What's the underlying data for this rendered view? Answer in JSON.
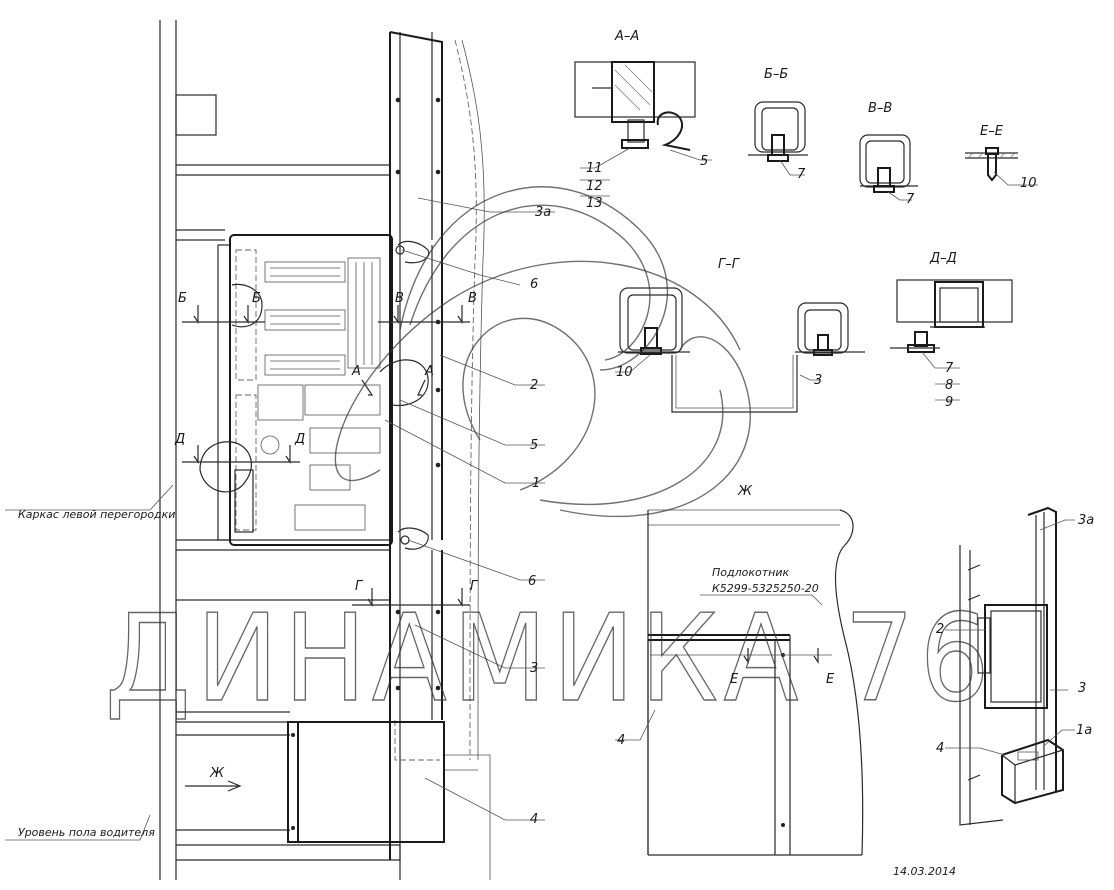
{
  "sections": {
    "aa": "А–А",
    "bb": "Б–Б",
    "vv": "В–В",
    "ee": "Е–Е",
    "gg": "Г–Г",
    "dd": "Д–Д"
  },
  "cut_marks": {
    "a": "А",
    "b": "Б",
    "v": "В",
    "d": "Д",
    "g": "Г",
    "e": "Е",
    "zh": "Ж"
  },
  "callouts": {
    "c1": "1",
    "c1a": "1а",
    "c2": "2",
    "c3": "3",
    "c3a": "3а",
    "c4": "4",
    "c5": "5",
    "c6": "6",
    "c7": "7",
    "c8": "8",
    "c9": "9",
    "c10": "10",
    "c11": "11",
    "c12": "12",
    "c13": "13"
  },
  "notes": {
    "left_partition": "Каркас левой перегородки",
    "driver_floor": "Уровень пола водителя",
    "armrest_title": "Подлокотник",
    "armrest_part": "К5299-5325250-20",
    "date": "14.03.2014"
  },
  "watermark": {
    "text": "ДИНАМИКА 76",
    "logo": "swirl-logo-icon"
  }
}
